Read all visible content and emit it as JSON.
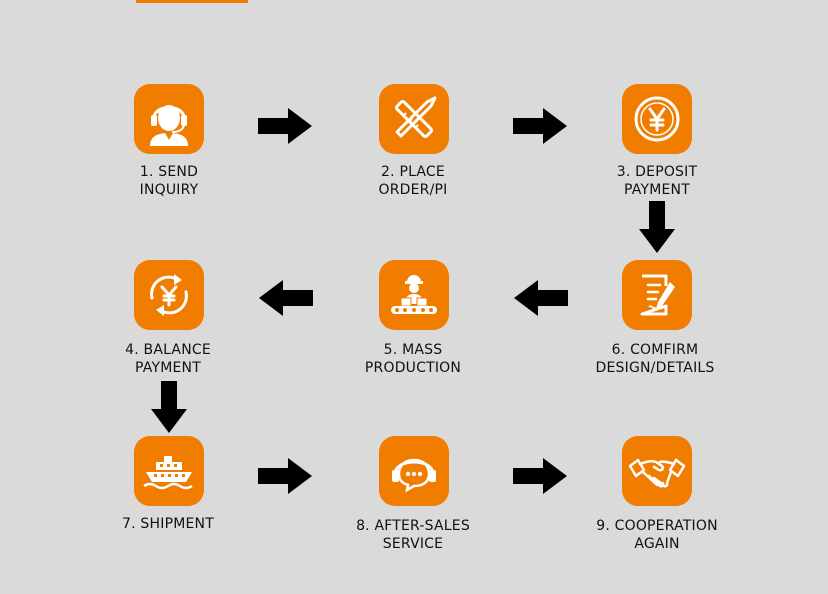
{
  "colors": {
    "accent": "#f07d00",
    "background": "#dadada",
    "arrow": "#000000"
  },
  "steps": [
    {
      "id": 1,
      "icon": "customer-service-agent-icon",
      "lines": [
        "1. SEND",
        "INQUIRY"
      ]
    },
    {
      "id": 2,
      "icon": "pencil-ruler-icon",
      "lines": [
        "2. PLACE",
        "ORDER/PI"
      ]
    },
    {
      "id": 3,
      "icon": "yen-coin-icon",
      "lines": [
        "3. DEPOSIT",
        "PAYMENT"
      ]
    },
    {
      "id": 4,
      "icon": "yen-refresh-icon",
      "lines": [
        "4. BALANCE",
        "PAYMENT"
      ]
    },
    {
      "id": 5,
      "icon": "factory-worker-icon",
      "lines": [
        "5. MASS",
        "PRODUCTION"
      ]
    },
    {
      "id": 6,
      "icon": "document-pen-icon",
      "lines": [
        "6. COMFIRM",
        "DESIGN/DETAILS"
      ]
    },
    {
      "id": 7,
      "icon": "ship-icon",
      "lines": [
        "7. SHIPMENT"
      ]
    },
    {
      "id": 8,
      "icon": "headset-chat-icon",
      "lines": [
        "8. AFTER-SALES",
        "SERVICE"
      ]
    },
    {
      "id": 9,
      "icon": "handshake-icon",
      "lines": [
        "9. COOPERATION",
        "AGAIN"
      ]
    }
  ]
}
